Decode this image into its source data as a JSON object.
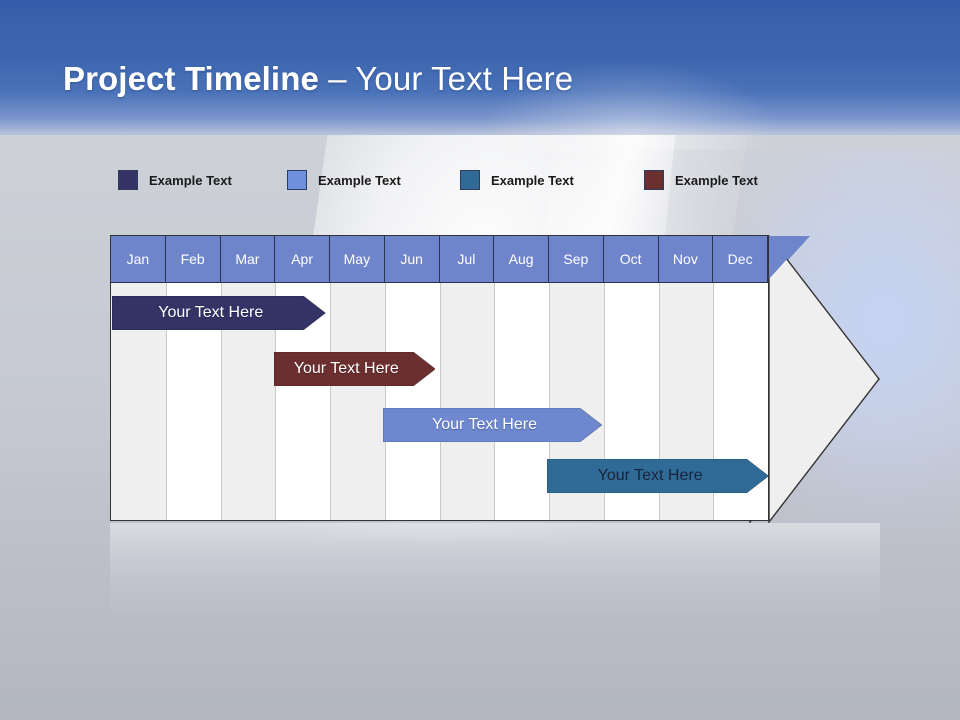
{
  "slide": {
    "title_bold": "Project Timeline",
    "title_separator": " – ",
    "title_light": "Your Text Here",
    "header_color": "#3d66b0",
    "background_color": "#c6c9d1"
  },
  "legend": {
    "items": [
      {
        "label": "Example Text",
        "color": "#333366",
        "x": 8
      },
      {
        "label": "Example Text",
        "color": "#7090dd",
        "x": 177
      },
      {
        "label": "Example Text",
        "color": "#2f6b96",
        "x": 350
      },
      {
        "label": "Example Text",
        "color": "#6b2f2f",
        "x": 534
      }
    ]
  },
  "chart_data": {
    "type": "bar",
    "title": "Project Timeline",
    "xlabel": "",
    "ylabel": "",
    "categories": [
      "Jan",
      "Feb",
      "Mar",
      "Apr",
      "May",
      "Jun",
      "Jul",
      "Aug",
      "Sep",
      "Oct",
      "Nov",
      "Dec"
    ],
    "column_shading": [
      "shade",
      "plain",
      "shade",
      "plain",
      "shade",
      "plain",
      "shade",
      "plain",
      "shade",
      "plain",
      "shade",
      "plain"
    ],
    "header_fill": "#6e85cc",
    "header_text_color": "#ffffff",
    "grid": true,
    "legend_position": "top",
    "series": [
      {
        "name": "Your  Text Here",
        "label": "Your  Text Here",
        "color": "#333366",
        "text_color": "#ffffff",
        "start_month": "Jan",
        "end_month": "Apr",
        "start_index": 0,
        "end_index": 3.9,
        "row": 0
      },
      {
        "name": "Your  Text Here",
        "label": "Your  Text Here",
        "color": "#6b2f2f",
        "text_color": "#ffffff",
        "start_month": "Apr",
        "end_month": "Jul",
        "start_index": 2.95,
        "end_index": 5.9,
        "row": 1
      },
      {
        "name": "Your  Text Here",
        "label": "Your  Text Here",
        "color": "#6e88d0",
        "text_color": "#ffffff",
        "start_month": "Jun",
        "end_month": "Sep",
        "start_index": 4.95,
        "end_index": 8.95,
        "row": 2
      },
      {
        "name": "Your  Text Here",
        "label": "Your  Text Here",
        "color": "#2f6b96",
        "text_color": "#18243c",
        "start_month": "Sep",
        "end_month": "Dec",
        "start_index": 7.95,
        "end_index": 12.0,
        "row": 3
      }
    ]
  }
}
